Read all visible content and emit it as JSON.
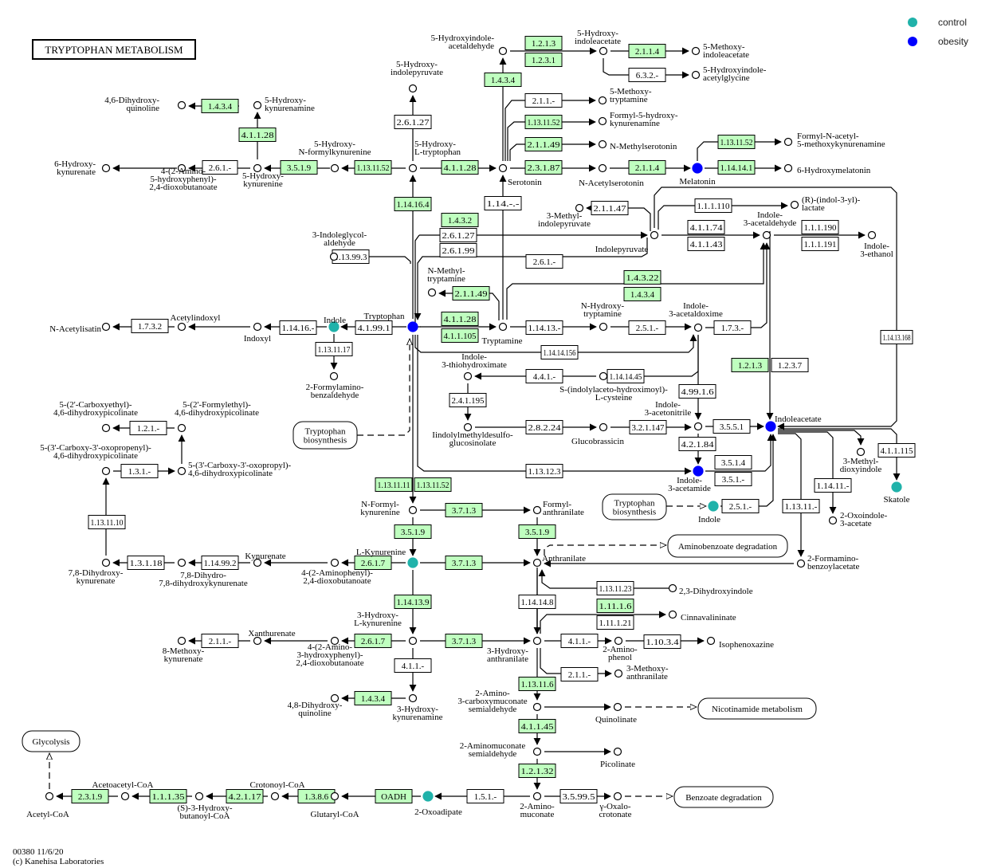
{
  "title": "TRYPTOPHAN METABOLISM",
  "legend": [
    {
      "label": "control",
      "color": "#20B2AA"
    },
    {
      "label": "obesity",
      "color": "#0000FF"
    }
  ],
  "colors": {
    "enzyme_found": "#BFFFBF",
    "enzyme_default": "#FFFFFF",
    "line": "#000000",
    "control": "#20B2AA",
    "obesity": "#0000FF"
  },
  "footer": {
    "line1": "00380 11/6/20",
    "line2": "(c) Kanehisa Laboratories"
  },
  "maps": [
    {
      "id": "m1",
      "label": [
        "Tryptophan",
        "biosynthesis"
      ]
    },
    {
      "id": "m2",
      "label": [
        "Tryptophan",
        "biosynthesis"
      ]
    },
    {
      "id": "m3",
      "label": [
        "Aminobenzoate degradation"
      ]
    },
    {
      "id": "m4",
      "label": [
        "Nicotinamide metabolism"
      ]
    },
    {
      "id": "m5",
      "label": [
        "Benzoate degradation"
      ]
    },
    {
      "id": "m6",
      "label": [
        "Glycolysis"
      ]
    }
  ],
  "enzymes": [
    {
      "id": "e1",
      "label": "1.4.3.4",
      "found": true
    },
    {
      "id": "e2",
      "label": "4.1.1.28",
      "found": true
    },
    {
      "id": "e3",
      "label": "2.6.1.-",
      "found": false
    },
    {
      "id": "e4",
      "label": "3.5.1.9",
      "found": true
    },
    {
      "id": "e5",
      "label": "1.13.11.52",
      "found": true
    },
    {
      "id": "e6",
      "label": "2.6.1.27",
      "found": false
    },
    {
      "id": "e7",
      "label": "1.14.16.4",
      "found": true
    },
    {
      "id": "e8",
      "label": "4.1.1.28",
      "found": true
    },
    {
      "id": "e9",
      "label": "1.4.3.4",
      "found": true
    },
    {
      "id": "e10",
      "label": "1.2.1.3",
      "found": true
    },
    {
      "id": "e11",
      "label": "1.2.3.1",
      "found": true
    },
    {
      "id": "e12",
      "label": "2.1.1.4",
      "found": true
    },
    {
      "id": "e13",
      "label": "6.3.2.-",
      "found": false
    },
    {
      "id": "e14",
      "label": "2.1.1.-",
      "found": false
    },
    {
      "id": "e15",
      "label": "1.13.11.52",
      "found": true
    },
    {
      "id": "e16",
      "label": "2.1.1.49",
      "found": true
    },
    {
      "id": "e17",
      "label": "2.3.1.87",
      "found": true
    },
    {
      "id": "e18",
      "label": "2.1.1.4",
      "found": true
    },
    {
      "id": "e19",
      "label": "1.13.11.52",
      "found": true
    },
    {
      "id": "e20",
      "label": "1.14.14.1",
      "found": true
    },
    {
      "id": "e21",
      "label": "1.14.-.-",
      "found": false
    },
    {
      "id": "e22",
      "label": "2.1.1.47",
      "found": false
    },
    {
      "id": "e23",
      "label": "1.1.1.110",
      "found": false
    },
    {
      "id": "e24",
      "label": "4.1.1.74",
      "found": false
    },
    {
      "id": "e25",
      "label": "4.1.1.43",
      "found": false
    },
    {
      "id": "e26",
      "label": "1.1.1.190",
      "found": false
    },
    {
      "id": "e27",
      "label": "1.1.1.191",
      "found": false
    },
    {
      "id": "e28",
      "label": "1.4.3.2",
      "found": true
    },
    {
      "id": "e29",
      "label": "2.6.1.27",
      "found": false
    },
    {
      "id": "e30",
      "label": "2.6.1.99",
      "found": false
    },
    {
      "id": "e31",
      "label": "1.13.99.3",
      "found": false
    },
    {
      "id": "e32",
      "label": "2.6.1.-",
      "found": false
    },
    {
      "id": "e33",
      "label": "1.4.3.22",
      "found": true
    },
    {
      "id": "e34",
      "label": "1.4.3.4",
      "found": true
    },
    {
      "id": "e35",
      "label": "2.1.1.49",
      "found": true
    },
    {
      "id": "e36",
      "label": "4.1.1.28",
      "found": true
    },
    {
      "id": "e37",
      "label": "4.1.1.105",
      "found": true
    },
    {
      "id": "e38",
      "label": "1.14.13.-",
      "found": false
    },
    {
      "id": "e39",
      "label": "2.5.1.-",
      "found": false
    },
    {
      "id": "e40",
      "label": "1.7.3.-",
      "found": false
    },
    {
      "id": "e41",
      "label": "1.14.14.156",
      "found": false
    },
    {
      "id": "e42",
      "label": "1.14.13.168",
      "found": false
    },
    {
      "id": "e43",
      "label": "1.7.3.2",
      "found": false
    },
    {
      "id": "e44",
      "label": "1.14.16.-",
      "found": false
    },
    {
      "id": "e45",
      "label": "4.1.99.1",
      "found": false
    },
    {
      "id": "e46",
      "label": "1.13.11.17",
      "found": false
    },
    {
      "id": "e47",
      "label": "4.4.1.-",
      "found": false
    },
    {
      "id": "e48",
      "label": "1.14.14.45",
      "found": false
    },
    {
      "id": "e49",
      "label": "1.2.1.3",
      "found": true
    },
    {
      "id": "e50",
      "label": "1.2.3.7",
      "found": false
    },
    {
      "id": "e51",
      "label": "2.4.1.195",
      "found": false
    },
    {
      "id": "e52",
      "label": "4.99.1.6",
      "found": false
    },
    {
      "id": "e53",
      "label": "2.8.2.24",
      "found": false
    },
    {
      "id": "e54",
      "label": "3.2.1.147",
      "found": false
    },
    {
      "id": "e55",
      "label": "3.5.5.1",
      "found": false
    },
    {
      "id": "e56",
      "label": "4.2.1.84",
      "found": false
    },
    {
      "id": "e57",
      "label": "1.13.12.3",
      "found": false
    },
    {
      "id": "e58",
      "label": "3.5.1.4",
      "found": false
    },
    {
      "id": "e59",
      "label": "3.5.1.-",
      "found": false
    },
    {
      "id": "e60",
      "label": "4.1.1.115",
      "found": false
    },
    {
      "id": "e61",
      "label": "1.14.11.-",
      "found": false
    },
    {
      "id": "e62",
      "label": "1.13.11.-",
      "found": false
    },
    {
      "id": "e63",
      "label": "2.5.1.-",
      "found": false
    },
    {
      "id": "e64",
      "label": "1.2.1.-",
      "found": false
    },
    {
      "id": "e65",
      "label": "1.3.1.-",
      "found": false
    },
    {
      "id": "e66",
      "label": "1.13.11.10",
      "found": false
    },
    {
      "id": "e67",
      "label": "1.3.1.18",
      "found": false
    },
    {
      "id": "e68",
      "label": "1.14.99.2",
      "found": false
    },
    {
      "id": "e69",
      "label": "1.13.11.11",
      "found": true
    },
    {
      "id": "e70",
      "label": "1.13.11.52",
      "found": true
    },
    {
      "id": "e71",
      "label": "3.7.1.3",
      "found": true
    },
    {
      "id": "e72",
      "label": "3.5.1.9",
      "found": true
    },
    {
      "id": "e73",
      "label": "3.5.1.9",
      "found": true
    },
    {
      "id": "e74",
      "label": "2.6.1.7",
      "found": true
    },
    {
      "id": "e75",
      "label": "3.7.1.3",
      "found": true
    },
    {
      "id": "e76",
      "label": "1.13.11.23",
      "found": false
    },
    {
      "id": "e77",
      "label": "1.14.13.9",
      "found": true
    },
    {
      "id": "e78",
      "label": "1.14.14.8",
      "found": false
    },
    {
      "id": "e79",
      "label": "1.11.1.6",
      "found": true
    },
    {
      "id": "e80",
      "label": "1.11.1.21",
      "found": false
    },
    {
      "id": "e81",
      "label": "2.1.1.-",
      "found": false
    },
    {
      "id": "e82",
      "label": "2.6.1.7",
      "found": true
    },
    {
      "id": "e83",
      "label": "3.7.1.3",
      "found": true
    },
    {
      "id": "e84",
      "label": "4.1.1.-",
      "found": false
    },
    {
      "id": "e85",
      "label": "1.10.3.4",
      "found": false
    },
    {
      "id": "e86",
      "label": "4.1.1.-",
      "found": false
    },
    {
      "id": "e87",
      "label": "2.1.1.-",
      "found": false
    },
    {
      "id": "e88",
      "label": "1.4.3.4",
      "found": true
    },
    {
      "id": "e89",
      "label": "1.13.11.6",
      "found": true
    },
    {
      "id": "e90",
      "label": "4.1.1.45",
      "found": true
    },
    {
      "id": "e91",
      "label": "1.2.1.32",
      "found": true
    },
    {
      "id": "e92",
      "label": "2.3.1.9",
      "found": true
    },
    {
      "id": "e93",
      "label": "1.1.1.35",
      "found": true
    },
    {
      "id": "e94",
      "label": "4.2.1.17",
      "found": true
    },
    {
      "id": "e95",
      "label": "1.3.8.6",
      "found": true
    },
    {
      "id": "e96",
      "label": "OADH",
      "found": true
    },
    {
      "id": "e97",
      "label": "1.5.1.-",
      "found": false
    },
    {
      "id": "e98",
      "label": "3.5.99.5",
      "found": false
    }
  ],
  "compounds": [
    {
      "id": "c1",
      "label": [
        "4,6-Dihydroxy-",
        "quinoline"
      ],
      "status": "none"
    },
    {
      "id": "c2",
      "label": [
        "5-Hydroxy-",
        "kynurenamine"
      ],
      "status": "none"
    },
    {
      "id": "c3",
      "label": [
        "6-Hydroxy-",
        "kynurenate"
      ],
      "status": "none"
    },
    {
      "id": "c4",
      "label": [
        "4-(2-Amino-",
        "5-hydroxyphenyl)-",
        "2,4-dioxobutanoate"
      ],
      "status": "none"
    },
    {
      "id": "c5",
      "label": [
        "5-Hydroxy-",
        "kynurenine"
      ],
      "status": "none"
    },
    {
      "id": "c6",
      "label": [
        "5-Hydroxy-",
        "N-formylkynurenine"
      ],
      "status": "none"
    },
    {
      "id": "c7",
      "label": [
        "5-Hydroxy-",
        "L-tryptophan"
      ],
      "status": "none"
    },
    {
      "id": "c8",
      "label": [
        "5-Hydroxy-",
        "indolepyruvate"
      ],
      "status": "none"
    },
    {
      "id": "c9",
      "label": [
        "5-Hydroxyindole-",
        "acetaldehyde"
      ],
      "status": "none"
    },
    {
      "id": "c10",
      "label": [
        "5-Hydroxy-",
        "indoleacetate"
      ],
      "status": "none"
    },
    {
      "id": "c11",
      "label": [
        "5-Methoxy-",
        "indoleacetate"
      ],
      "status": "none"
    },
    {
      "id": "c12",
      "label": [
        "5-Hydroxyindole-",
        "acetylglycine"
      ],
      "status": "none"
    },
    {
      "id": "c13",
      "label": [
        "Serotonin"
      ],
      "status": "none"
    },
    {
      "id": "c14",
      "label": [
        "5-Methoxy-",
        "tryptamine"
      ],
      "status": "none"
    },
    {
      "id": "c15",
      "label": [
        "Formyl-5-hydroxy-",
        "kynurenamine"
      ],
      "status": "none"
    },
    {
      "id": "c16",
      "label": [
        "N-Methylserotonin"
      ],
      "status": "none"
    },
    {
      "id": "c17",
      "label": [
        "N-Acetylserotonin"
      ],
      "status": "none"
    },
    {
      "id": "c18",
      "label": [
        "Melatonin"
      ],
      "status": "obesity"
    },
    {
      "id": "c19",
      "label": [
        "Formyl-N-acetyl-",
        "5-methoxykynurenamine"
      ],
      "status": "none"
    },
    {
      "id": "c20",
      "label": [
        "6-Hydroxymelatonin"
      ],
      "status": "none"
    },
    {
      "id": "c21",
      "label": [
        "3-Methyl-",
        "indolepyruvate"
      ],
      "status": "none"
    },
    {
      "id": "c22",
      "label": [
        "Indolepyruvate"
      ],
      "status": "none"
    },
    {
      "id": "c23",
      "label": [
        "(R)-(indol-3-yl)-",
        "lactate"
      ],
      "status": "none"
    },
    {
      "id": "c24",
      "label": [
        "Indole-",
        "3-acetaldehyde"
      ],
      "status": "none"
    },
    {
      "id": "c25",
      "label": [
        "Indole-",
        "3-ethanol"
      ],
      "status": "none"
    },
    {
      "id": "c26",
      "label": [
        "3-Indoleglycol-",
        "aldehyde"
      ],
      "status": "none"
    },
    {
      "id": "c27",
      "label": [
        "N-Methyl-",
        "tryptamine"
      ],
      "status": "none"
    },
    {
      "id": "c28",
      "label": [
        "Tryptophan"
      ],
      "status": "obesity"
    },
    {
      "id": "c29",
      "label": [
        "Tryptamine"
      ],
      "status": "none"
    },
    {
      "id": "c30",
      "label": [
        "N-Hydroxy-",
        "tryptamine"
      ],
      "status": "none"
    },
    {
      "id": "c31",
      "label": [
        "Indole-",
        "3-acetaldoxime"
      ],
      "status": "none"
    },
    {
      "id": "c32",
      "label": [
        "N-Acetylisatin"
      ],
      "status": "none"
    },
    {
      "id": "c33",
      "label": [
        "Acetylindoxyl"
      ],
      "status": "none"
    },
    {
      "id": "c34",
      "label": [
        "Indoxyl"
      ],
      "status": "none"
    },
    {
      "id": "c35",
      "label": [
        "Indole"
      ],
      "status": "control"
    },
    {
      "id": "c36",
      "label": [
        "2-Formylamino-",
        "benzaldehyde"
      ],
      "status": "none"
    },
    {
      "id": "c37",
      "label": [
        "Indole-",
        "3-thiohydroximate"
      ],
      "status": "none"
    },
    {
      "id": "c38",
      "label": [
        "S-(indolylaceto-hydroximoyl)-",
        "L-cysteine"
      ],
      "status": "none"
    },
    {
      "id": "c39",
      "label": [
        "Iindolylmethyldesulfo-",
        "glucosinolate"
      ],
      "status": "none"
    },
    {
      "id": "c40",
      "label": [
        "Glucobrassicin"
      ],
      "status": "none"
    },
    {
      "id": "c41",
      "label": [
        "Indole-",
        "3-acetonitrile"
      ],
      "status": "none"
    },
    {
      "id": "c42",
      "label": [
        "Indoleacetate"
      ],
      "status": "obesity"
    },
    {
      "id": "c43",
      "label": [
        "Indole-",
        "3-acetamide"
      ],
      "status": "obesity"
    },
    {
      "id": "c44",
      "label": [
        "3-Methyl-",
        "dioxyindole"
      ],
      "status": "none"
    },
    {
      "id": "c45",
      "label": [
        "Skatole"
      ],
      "status": "control"
    },
    {
      "id": "c46",
      "label": [
        "Indole"
      ],
      "status": "control"
    },
    {
      "id": "c47",
      "label": [
        "2-Oxoindole-",
        "3-acetate"
      ],
      "status": "none"
    },
    {
      "id": "c48",
      "label": [
        "2-Formamino-",
        "benzoylacetate"
      ],
      "status": "none"
    },
    {
      "id": "c49",
      "label": [
        "5-(2'-Carboxyethyl)-",
        "4,6-dihydroxypicolinate"
      ],
      "status": "none"
    },
    {
      "id": "c50",
      "label": [
        "5-(2'-Formylethyl)-",
        "4,6-dihydroxypicolinate"
      ],
      "status": "none"
    },
    {
      "id": "c51",
      "label": [
        "5-(3'-Carboxy-3'-oxopropenyl)-",
        "4,6-dihydroxypicolinate"
      ],
      "status": "none"
    },
    {
      "id": "c52",
      "label": [
        "5-(3'-Carboxy-3'-oxopropyl)-",
        "4,6-dihydroxypicolinate"
      ],
      "status": "none"
    },
    {
      "id": "c53",
      "label": [
        "7,8-Dihydroxy-",
        "kynurenate"
      ],
      "status": "none"
    },
    {
      "id": "c54",
      "label": [
        "7,8-Dihydro-",
        "7,8-dihydroxykynurenate"
      ],
      "status": "none"
    },
    {
      "id": "c55",
      "label": [
        "Kynurenate"
      ],
      "status": "none"
    },
    {
      "id": "c56",
      "label": [
        "4-(2-Aminophenyl)-",
        "2,4-dioxobutanoate"
      ],
      "status": "none"
    },
    {
      "id": "c57",
      "label": [
        "L-Kynurenine"
      ],
      "status": "control"
    },
    {
      "id": "c58",
      "label": [
        "N-Formyl-",
        "kynurenine"
      ],
      "status": "none"
    },
    {
      "id": "c59",
      "label": [
        "Formyl-",
        "anthranilate"
      ],
      "status": "none"
    },
    {
      "id": "c60",
      "label": [
        "Anthranilate"
      ],
      "status": "none"
    },
    {
      "id": "c61",
      "label": [
        "2,3-Dihydroxyindole"
      ],
      "status": "none"
    },
    {
      "id": "c62",
      "label": [
        "Cinnavalininate"
      ],
      "status": "none"
    },
    {
      "id": "c63",
      "label": [
        "3-Hydroxy-",
        "L-kynurenine"
      ],
      "status": "none"
    },
    {
      "id": "c64",
      "label": [
        "3-Hydroxy-",
        "anthranilate"
      ],
      "status": "none"
    },
    {
      "id": "c65",
      "label": [
        "2-Amino-",
        "phenol"
      ],
      "status": "none"
    },
    {
      "id": "c66",
      "label": [
        "Isophenoxazine"
      ],
      "status": "none"
    },
    {
      "id": "c67",
      "label": [
        "3-Methoxy-",
        "anthranilate"
      ],
      "status": "none"
    },
    {
      "id": "c68",
      "label": [
        "8-Methoxy-",
        "kynurenate"
      ],
      "status": "none"
    },
    {
      "id": "c69",
      "label": [
        "Xanthurenate"
      ],
      "status": "none"
    },
    {
      "id": "c70",
      "label": [
        "4-(2-Amino-",
        "3-hydroxyphenyl)-",
        "2,4-dioxobutanoate"
      ],
      "status": "none"
    },
    {
      "id": "c71",
      "label": [
        "4,8-Dihydroxy-",
        "quinoline"
      ],
      "status": "none"
    },
    {
      "id": "c72",
      "label": [
        "3-Hydroxy-",
        "kynurenamine"
      ],
      "status": "none"
    },
    {
      "id": "c73",
      "label": [
        "2-Amino-",
        "3-carboxymuconate",
        "semialdehyde"
      ],
      "status": "none"
    },
    {
      "id": "c74",
      "label": [
        "Quinolinate"
      ],
      "status": "none"
    },
    {
      "id": "c75",
      "label": [
        "2-Aminomuconate",
        "semialdehyde"
      ],
      "status": "none"
    },
    {
      "id": "c76",
      "label": [
        "Picolinate"
      ],
      "status": "none"
    },
    {
      "id": "c77",
      "label": [
        "2-Amino-",
        "muconate"
      ],
      "status": "none"
    },
    {
      "id": "c78",
      "label": [
        "γ-Oxalo-",
        "crotonate"
      ],
      "status": "none"
    },
    {
      "id": "c79",
      "label": [
        "2-Oxoadipate"
      ],
      "status": "control"
    },
    {
      "id": "c80",
      "label": [
        "Glutaryl-CoA"
      ],
      "status": "none"
    },
    {
      "id": "c81",
      "label": [
        "Crotonoyl-CoA"
      ],
      "status": "none"
    },
    {
      "id": "c82",
      "label": [
        "(S)-3-Hydroxy-",
        "butanoyl-CoA"
      ],
      "status": "none"
    },
    {
      "id": "c83",
      "label": [
        "Acetoacetyl-CoA"
      ],
      "status": "none"
    },
    {
      "id": "c84",
      "label": [
        "Acetyl-CoA"
      ],
      "status": "none"
    }
  ]
}
